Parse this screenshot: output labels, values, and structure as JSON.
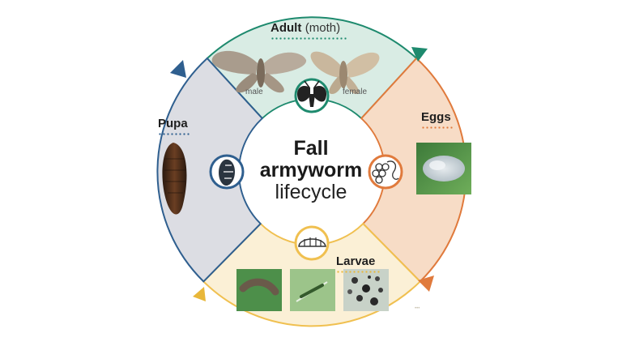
{
  "title": {
    "line1": "Fall",
    "line2": "armyworm",
    "line3": "lifecycle"
  },
  "stages": {
    "adult": {
      "title": "Adult",
      "subtitle": "(moth)",
      "male_label": "male",
      "female_label": "female",
      "color": "#1e8a6e"
    },
    "eggs": {
      "title": "Eggs",
      "color": "#e07a3c"
    },
    "larvae": {
      "title": "Larvae",
      "color": "#f0c050"
    },
    "pupa": {
      "title": "Pupa",
      "color": "#2f5f8f"
    }
  },
  "icons": [
    "moth-icon",
    "eggs-icon",
    "larva-icon",
    "pupa-icon"
  ]
}
